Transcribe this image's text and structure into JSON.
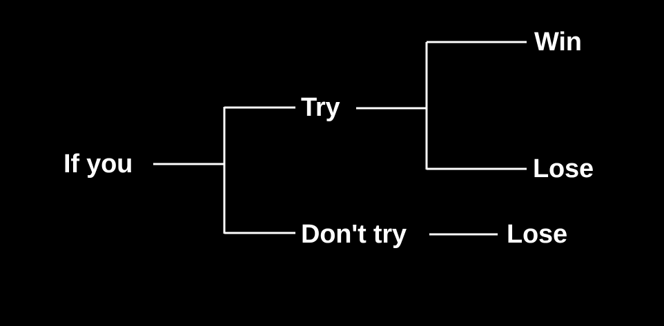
{
  "diagram": {
    "type": "decision-tree",
    "title": "If you try / don't try outcome tree",
    "background_color": "#000000",
    "line_color": "#ffffff",
    "text_color": "#ffffff",
    "nodes": {
      "root": "If you",
      "try": "Try",
      "dont_try": "Don't try",
      "win": "Win",
      "lose_after_try": "Lose",
      "lose_after_dont_try": "Lose"
    },
    "branches": [
      {
        "from": "If you",
        "to": "Try"
      },
      {
        "from": "If you",
        "to": "Don't try"
      },
      {
        "from": "Try",
        "to": "Win"
      },
      {
        "from": "Try",
        "to": "Lose"
      },
      {
        "from": "Don't try",
        "to": "Lose"
      }
    ]
  }
}
